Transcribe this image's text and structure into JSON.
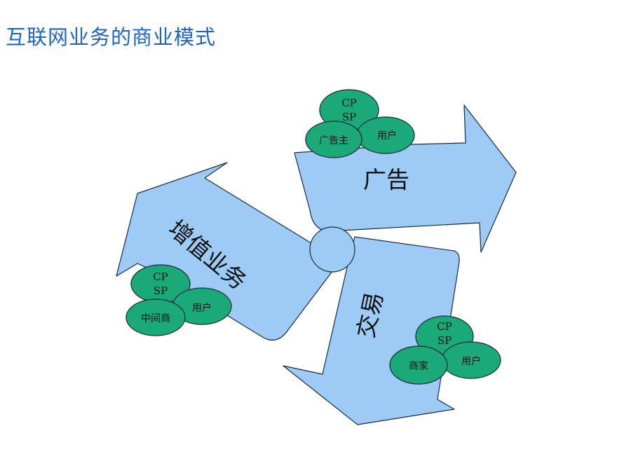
{
  "title": "互联网业务的商业模式",
  "flows": {
    "ad": {
      "label": "广告",
      "bubbles": {
        "cp": "CP",
        "sp": "SP",
        "advertiser": "广告主",
        "user": "用户"
      }
    },
    "value_added": {
      "label": "增值业务",
      "bubbles": {
        "cp": "CP",
        "sp": "SP",
        "intermediary": "中间商",
        "user": "用户"
      }
    },
    "trade": {
      "label": "交易",
      "bubbles": {
        "cp": "CP",
        "sp": "SP",
        "merchant": "商家",
        "user": "用户"
      }
    }
  },
  "colors": {
    "arrow_fill": "#9dcbf6",
    "bubble_fill": "#1aaa7a",
    "title": "#1f63c6"
  }
}
